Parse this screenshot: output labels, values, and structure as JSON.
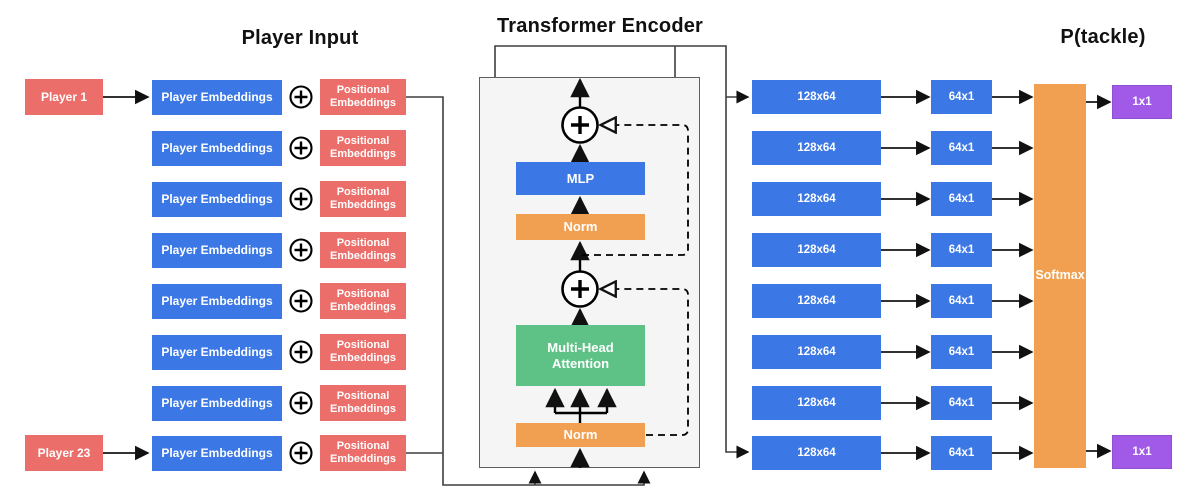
{
  "titles": {
    "player_input": "Player Input",
    "transformer_encoder": "Transformer Encoder",
    "p_tackle": "P(tackle)"
  },
  "left": {
    "players": [
      "Player 1",
      "Player 23"
    ],
    "rows": [
      {
        "embeddings": "Player Embeddings",
        "positional": "Positional Embeddings"
      },
      {
        "embeddings": "Player Embeddings",
        "positional": "Positional Embeddings"
      },
      {
        "embeddings": "Player Embeddings",
        "positional": "Positional Embeddings"
      },
      {
        "embeddings": "Player Embeddings",
        "positional": "Positional Embeddings"
      },
      {
        "embeddings": "Player Embeddings",
        "positional": "Positional Embeddings"
      },
      {
        "embeddings": "Player Embeddings",
        "positional": "Positional Embeddings"
      },
      {
        "embeddings": "Player Embeddings",
        "positional": "Positional Embeddings"
      },
      {
        "embeddings": "Player Embeddings",
        "positional": "Positional Embeddings"
      }
    ]
  },
  "encoder": {
    "norm_bottom": "Norm",
    "mha": "Multi-Head Attention",
    "norm_top": "Norm",
    "mlp": "MLP"
  },
  "right": {
    "rows": [
      {
        "hidden": "128x64",
        "score": "64x1"
      },
      {
        "hidden": "128x64",
        "score": "64x1"
      },
      {
        "hidden": "128x64",
        "score": "64x1"
      },
      {
        "hidden": "128x64",
        "score": "64x1"
      },
      {
        "hidden": "128x64",
        "score": "64x1"
      },
      {
        "hidden": "128x64",
        "score": "64x1"
      },
      {
        "hidden": "128x64",
        "score": "64x1"
      },
      {
        "hidden": "128x64",
        "score": "64x1"
      }
    ],
    "softmax": "Softmax",
    "outputs": [
      "1x1",
      "1x1"
    ]
  },
  "icons": {
    "plus_icon": "⊕",
    "add_icon": "+"
  },
  "colors": {
    "blue": "#3b77e5",
    "red": "#ec6e6a",
    "orange": "#f0a050",
    "green": "#5ec286",
    "purple": "#a159e8",
    "encoder_fill": "#f5f5f5",
    "encoder_border": "#5f5f5f",
    "line": "#3f3f3f",
    "text_on_fill": "#ffffff",
    "title_text": "#111111"
  }
}
